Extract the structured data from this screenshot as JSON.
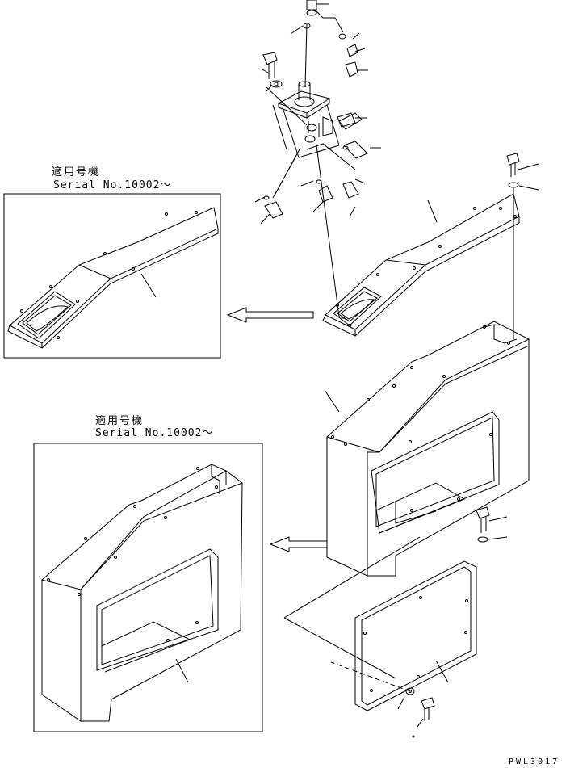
{
  "inset_top": {
    "applicability_label": "適用号機",
    "serial_label": "Serial No.10002～"
  },
  "inset_bottom": {
    "applicability_label": "適用号機",
    "serial_label": "Serial No.10002～"
  },
  "drawing_code": "PWL3017"
}
